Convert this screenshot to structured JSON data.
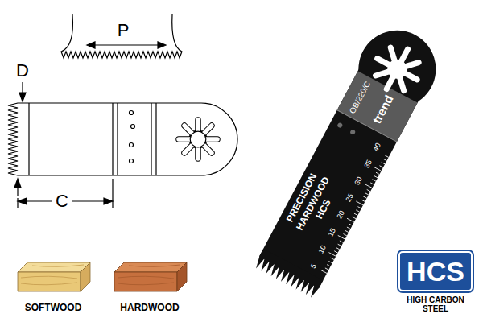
{
  "diagram": {
    "nodes": [
      {
        "text": [
          "HCS"
        ]
      }
    ],
    "labels": [
      "P",
      "D",
      "C",
      "OB/220/C",
      "trend",
      "40",
      "35",
      "30",
      "25",
      "20",
      "15",
      "10",
      "5",
      "PRECISION",
      "HARDWOOD",
      "HCS",
      "SOFTWOOD",
      "HARDWOOD",
      "HIGH CARBON STEEL"
    ]
  }
}
